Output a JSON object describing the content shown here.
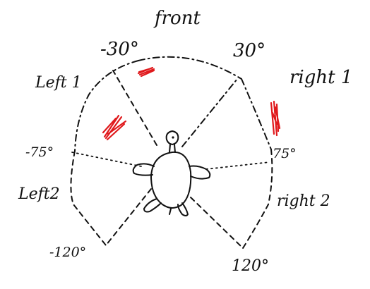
{
  "labels": {
    "front": "front",
    "left1": "Left 1",
    "right1": "right 1",
    "left2": "Left2",
    "right2": "right 2",
    "angle_neg30": "-30°",
    "angle_pos30": "30°",
    "angle_neg75": "-75°",
    "angle_pos75": "75°",
    "angle_neg120": "-120°",
    "angle_pos120": "120°"
  },
  "colors": {
    "ink": "#111111",
    "mark": "#e0191c"
  }
}
